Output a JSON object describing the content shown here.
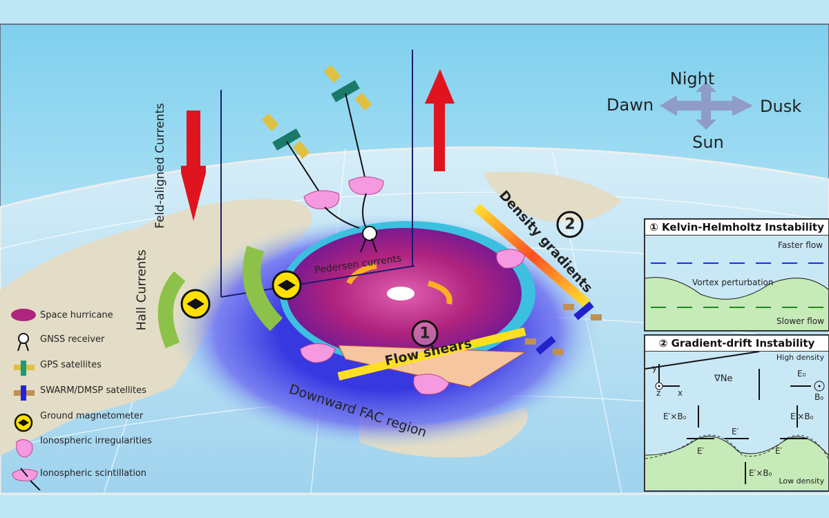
{
  "compass": {
    "up": "Night",
    "down": "Sun",
    "left": "Dawn",
    "right": "Dusk"
  },
  "labels": {
    "field_aligned": "Feld-aligned Currents",
    "hall": "Hall Currents",
    "pedersen": "Pedersen currents",
    "density_gradients": "Density gradients",
    "flow_shears": "Flow shears",
    "downward_fac": "Downward FAC region",
    "marker1": "1",
    "marker2": "2"
  },
  "legend": [
    {
      "icon": "space-hurricane-icon",
      "label": "Space hurricane"
    },
    {
      "icon": "gnss-receiver-icon",
      "label": "GNSS receiver"
    },
    {
      "icon": "gps-satellite-icon",
      "label": "GPS satellites"
    },
    {
      "icon": "swarm-dmsp-satellite-icon",
      "label": "SWARM/DMSP satellites"
    },
    {
      "icon": "ground-magnetometer-icon",
      "label": "Ground magnetometer"
    },
    {
      "icon": "ionospheric-irregularity-icon",
      "label": "Ionospheric irregularities"
    },
    {
      "icon": "ionospheric-scintillation-icon",
      "label": "Ionospheric scintillation"
    }
  ],
  "panel1": {
    "title": "① Kelvin-Helmholtz Instability",
    "faster": "Faster flow",
    "vortex": "Vortex perturbation",
    "slower": "Slower flow"
  },
  "panel2": {
    "title": "② Gradient-drift Instability",
    "high": "High density",
    "low": "Low density",
    "axis_y": "y",
    "axis_x": "x",
    "axis_z": "z",
    "grad": "∇Ne",
    "e0": "E₀",
    "b0": "B₀",
    "exb": "E′×B₀",
    "e_prime": "E′"
  },
  "colors": {
    "hurricane": "#b0237e",
    "fac_region": "#4a4ae0",
    "field_arrow": "#e0141e",
    "hall_arrow": "#8cc24a",
    "land": "#e3dcc6",
    "sky": "#bfe6f5"
  }
}
